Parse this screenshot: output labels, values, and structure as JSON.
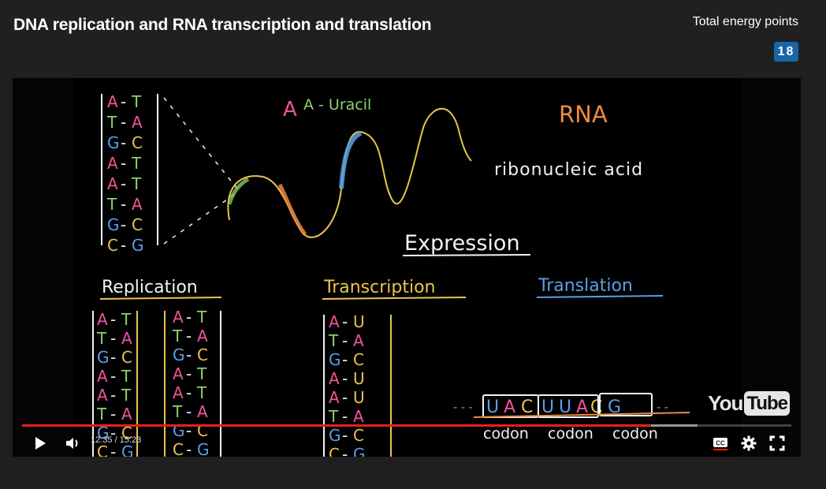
{
  "header": {
    "title": "DNA replication and RNA transcription and translation",
    "energy_label": "Total energy points",
    "energy_points": "18"
  },
  "colors": {
    "badge": "#1865a8",
    "progress_played": "#e62117",
    "pink": "#f2539a",
    "green": "#8fd16a",
    "blue": "#5a9fe6",
    "orange": "#ef8a3c",
    "yellow": "#ebc44a",
    "white": "#f2f2f2"
  },
  "blackboard": {
    "note_a_uracil": "A - Uracil",
    "rna": "RNA",
    "ribonucleic_acid": "ribonucleic acid",
    "expression": "Expression",
    "replication": "Replication",
    "transcription": "Transcription",
    "translation": "Translation",
    "dna_pairs": [
      [
        "A",
        "T"
      ],
      [
        "T",
        "A"
      ],
      [
        "G",
        "C"
      ],
      [
        "A",
        "T"
      ],
      [
        "A",
        "T"
      ],
      [
        "T",
        "A"
      ],
      [
        "G",
        "C"
      ],
      [
        "C",
        "G"
      ]
    ],
    "replication_left": [
      [
        "A",
        "T"
      ],
      [
        "T",
        "A"
      ],
      [
        "G",
        "C"
      ],
      [
        "A",
        "T"
      ],
      [
        "A",
        "T"
      ],
      [
        "T",
        "A"
      ],
      [
        "G",
        "C"
      ],
      [
        "C",
        "G"
      ]
    ],
    "replication_right": [
      [
        "A",
        "T"
      ],
      [
        "T",
        "A"
      ],
      [
        "G",
        "C"
      ],
      [
        "A",
        "T"
      ],
      [
        "A",
        "T"
      ],
      [
        "T",
        "A"
      ],
      [
        "G",
        "C"
      ],
      [
        "C",
        "G"
      ]
    ],
    "transcription_pairs": [
      [
        "A",
        "U"
      ],
      [
        "T",
        "A"
      ],
      [
        "G",
        "C"
      ],
      [
        "A",
        "U"
      ],
      [
        "A",
        "U"
      ],
      [
        "T",
        "A"
      ],
      [
        "G",
        "C"
      ],
      [
        "C",
        "G"
      ]
    ],
    "codon_sequence": "UACUUACG",
    "codon_labels": [
      "codon",
      "codon",
      "codon"
    ]
  },
  "player": {
    "current_time": "12:35",
    "duration": "15:23",
    "time_text": "12:35 / 15:23",
    "progress_fraction": 0.818,
    "buffered_fraction": 0.878,
    "logo_you": "You",
    "logo_tube": "Tube",
    "cc_label": "CC",
    "icons": {
      "play": "play-icon",
      "volume": "volume-icon",
      "captions": "captions-icon",
      "settings": "gear-icon",
      "fullscreen": "fullscreen-icon"
    }
  }
}
